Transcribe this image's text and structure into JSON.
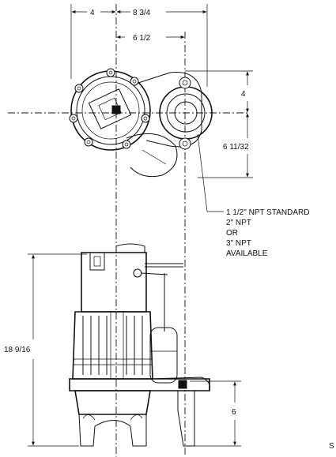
{
  "dimensions": {
    "top_left": "4",
    "top_right": "8 3/4",
    "mid_top": "6 1/2",
    "right_upper": "4",
    "right_lower": "6 11/32",
    "overall_height": "18 9/16",
    "base_height": "6"
  },
  "callout": {
    "line1": "1 1/2\" NPT STANDARD",
    "line2": "2\" NPT",
    "line3": "OR",
    "line4": "3\" NPT",
    "line5": "AVAILABLE"
  },
  "edge_text": "S"
}
